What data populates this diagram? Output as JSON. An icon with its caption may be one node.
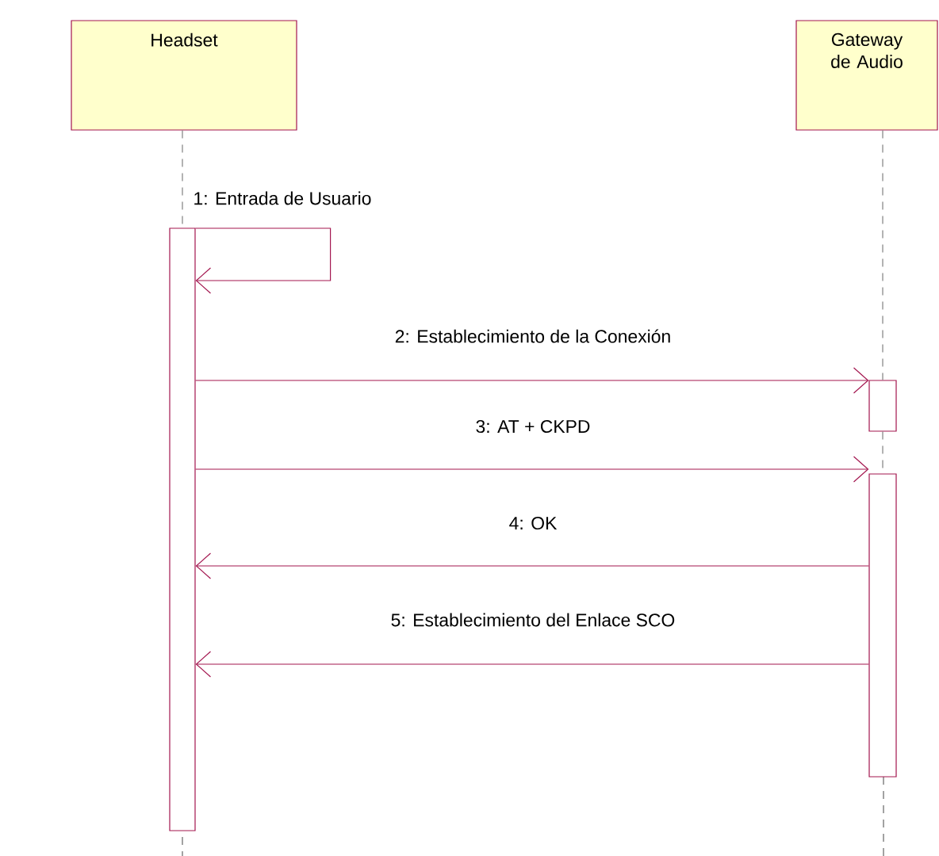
{
  "diagram": {
    "nodes": [
      {
        "text": [
          "Headset"
        ]
      },
      {
        "text": [
          "Gateway de Audio"
        ]
      },
      {
        "text": [],
        "shape": "bar"
      },
      {
        "text": [],
        "shape": "bar"
      },
      {
        "text": [],
        "shape": "bar"
      }
    ],
    "edges": [
      {
        "from": 2,
        "to": 2,
        "arrow": "to",
        "label": "1: Entrada de Usuario"
      },
      {
        "from": 2,
        "to": 3,
        "arrow": "to",
        "label": "2: Establecimiento de la Conexión"
      },
      {
        "from": 2,
        "to": 4,
        "arrow": "to",
        "label": "3: AT + CKPD"
      },
      {
        "from": 4,
        "to": 2,
        "arrow": "to",
        "label": "4: OK"
      },
      {
        "from": 4,
        "to": 2,
        "arrow": "to",
        "label": "5: Establecimiento del Enlace SCO"
      },
      {
        "from": 0,
        "to": 2,
        "arrow": "none",
        "style": "dashed",
        "color": "#808080"
      },
      {
        "from": 1,
        "to": 3,
        "arrow": "none",
        "style": "dashed",
        "color": "#808080"
      },
      {
        "from": 3,
        "to": 4,
        "arrow": "none",
        "style": "dashed",
        "color": "#808080"
      }
    ]
  }
}
